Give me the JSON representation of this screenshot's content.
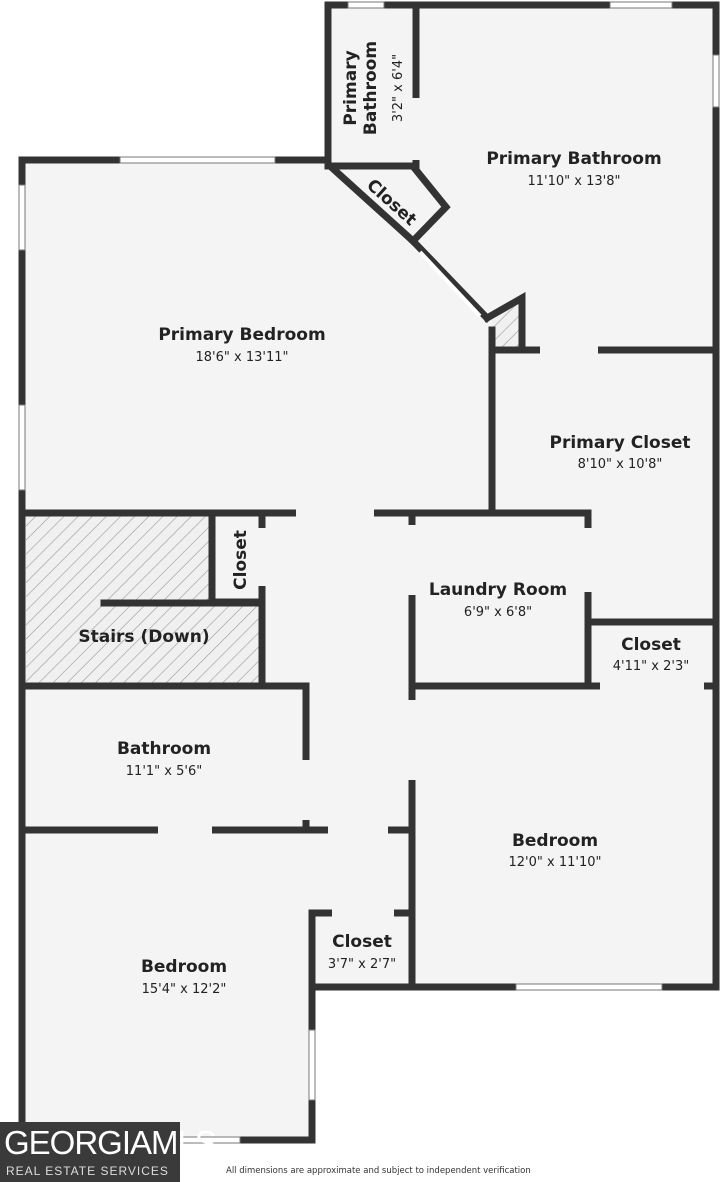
{
  "floorplan": {
    "rooms": {
      "primary_bath_small": {
        "name_line1": "Primary",
        "name_line2": "Bathroom",
        "dims": "3'2\" x 6'4\""
      },
      "closet_angled": {
        "name": "Closet"
      },
      "primary_bathroom": {
        "name": "Primary Bathroom",
        "dims": "11'10\" x 13'8\""
      },
      "primary_bedroom": {
        "name": "Primary Bedroom",
        "dims": "18'6\" x 13'11\""
      },
      "primary_closet": {
        "name": "Primary Closet",
        "dims": "8'10\" x 10'8\""
      },
      "closet_vertical": {
        "name": "Closet"
      },
      "stairs": {
        "name": "Stairs (Down)"
      },
      "laundry_room": {
        "name": "Laundry Room",
        "dims": "6'9\" x 6'8\""
      },
      "closet_small": {
        "name": "Closet",
        "dims": "4'11\" x 2'3\""
      },
      "bathroom": {
        "name": "Bathroom",
        "dims": "11'1\" x 5'6\""
      },
      "bedroom_right": {
        "name": "Bedroom",
        "dims": "12'0\" x 11'10\""
      },
      "closet_bottom": {
        "name": "Closet",
        "dims": "3'7\" x 2'7\""
      },
      "bedroom_left": {
        "name": "Bedroom",
        "dims": "15'4\" x 12'2\""
      }
    }
  },
  "logo": {
    "brand": "GEORGIAMLS",
    "tagline": "REAL ESTATE SERVICES"
  },
  "disclaimer": "All dimensions are approximate and subject to independent verification",
  "colors": {
    "wall": "#333333",
    "floor": "#f4f4f4",
    "background": "#ffffff",
    "text": "#222222"
  }
}
